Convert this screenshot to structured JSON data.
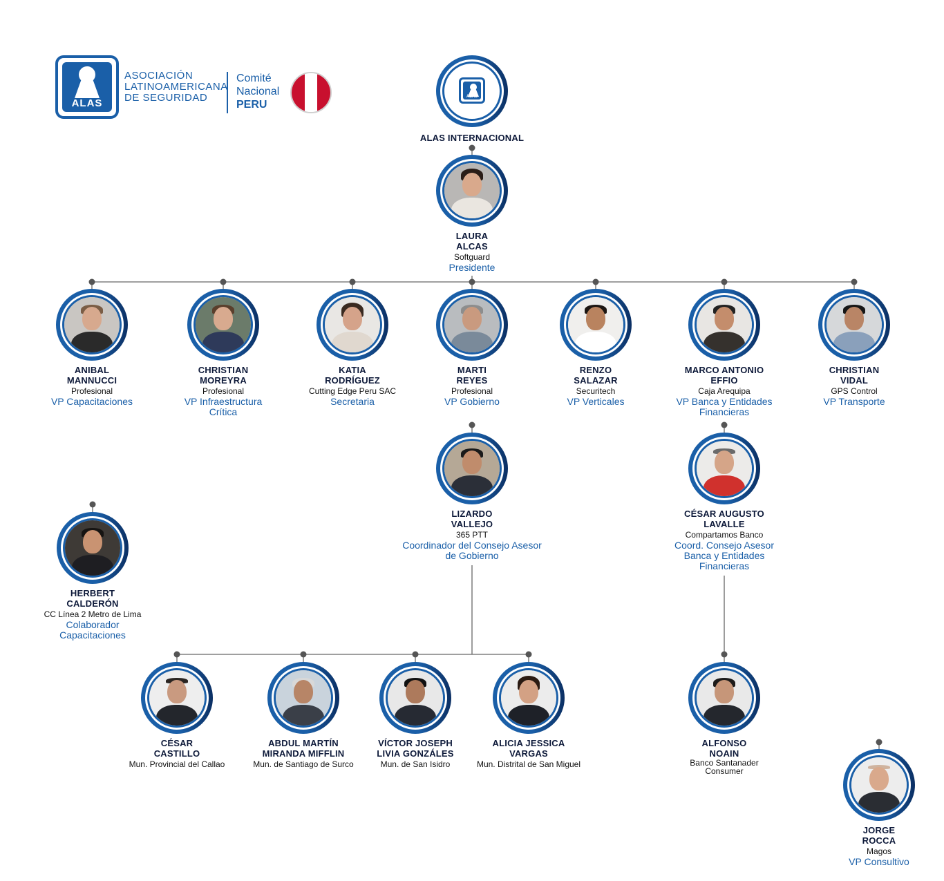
{
  "logo": {
    "acronym": "ALAS",
    "line1": "ASOCIACIÓN",
    "line2": "LATINOAMERICANA",
    "line3": "DE SEGURIDAD",
    "comite1": "Comité",
    "comite2": "Nacional",
    "country": "PERU"
  },
  "colors": {
    "brand_blue": "#1a5fa8",
    "navy": "#0e1a3a",
    "flag_red": "#c8102e"
  },
  "root": {
    "label": "ALAS INTERNACIONAL",
    "acronym": "ALAS"
  },
  "people": {
    "laura": {
      "first": "LAURA",
      "last": "ALCAS",
      "company": "Softguard",
      "role": "Presidente"
    },
    "anibal": {
      "first": "ANIBAL",
      "last": "MANNUCCI",
      "company": "Profesional",
      "role": "VP Capacitaciones"
    },
    "christianm": {
      "first": "CHRISTIAN",
      "last": "MOREYRA",
      "company": "Profesional",
      "role": "VP Infraestructura",
      "role2": "Crítica"
    },
    "katia": {
      "first": "KATIA",
      "last": "RODRÍGUEZ",
      "company": "Cutting Edge Peru SAC",
      "role": "Secretaria"
    },
    "marti": {
      "first": "MARTI",
      "last": "REYES",
      "company": "Profesional",
      "role": "VP Gobierno"
    },
    "renzo": {
      "first": "RENZO",
      "last": "SALAZAR",
      "company": "Securitech",
      "role": "VP Verticales"
    },
    "marco": {
      "first": "MARCO ANTONIO",
      "last": "EFFIO",
      "company": "Caja Arequipa",
      "role": "VP Banca y Entidades",
      "role2": "Financieras"
    },
    "christianv": {
      "first": "CHRISTIAN",
      "last": "VIDAL",
      "company": "GPS Control",
      "role": "VP Transporte"
    },
    "lizardo": {
      "first": "LIZARDO",
      "last": "VALLEJO",
      "company": "365 PTT",
      "role": "Coordinador del Consejo Asesor",
      "role2": "de Gobierno"
    },
    "cesara": {
      "first": "CÉSAR AUGUSTO",
      "last": "LAVALLE",
      "company": "Compartamos Banco",
      "role": "Coord. Consejo Asesor",
      "role2": "Banca y Entidades",
      "role3": "Financieras"
    },
    "herbert": {
      "first": "HERBERT",
      "last": "CALDERÓN",
      "company": "CC Línea 2 Metro de Lima",
      "role": "Colaborador",
      "role2": "Capacitaciones"
    },
    "cesarc": {
      "first": "CÉSAR",
      "last": "CASTILLO",
      "company": "Mun. Provincial del Callao"
    },
    "abdul": {
      "first": "ABDUL MARTÍN",
      "last": "MIRANDA MIFFLIN",
      "company": "Mun. de Santiago de Surco"
    },
    "victor": {
      "first": "VÍCTOR JOSEPH",
      "last": "LIVIA GONZÁLES",
      "company": "Mun. de San Isidro"
    },
    "alicia": {
      "first": "ALICIA JESSICA",
      "last": "VARGAS",
      "company": "Mun. Distrital de San Miguel"
    },
    "alfonso": {
      "first": "ALFONSO",
      "last": "NOAIN",
      "company": "Banco Santanader",
      "company2": "Consumer"
    },
    "jorge": {
      "first": "JORGE",
      "last": "ROCCA",
      "company": "Magos",
      "role": "VP Consultivo"
    }
  }
}
